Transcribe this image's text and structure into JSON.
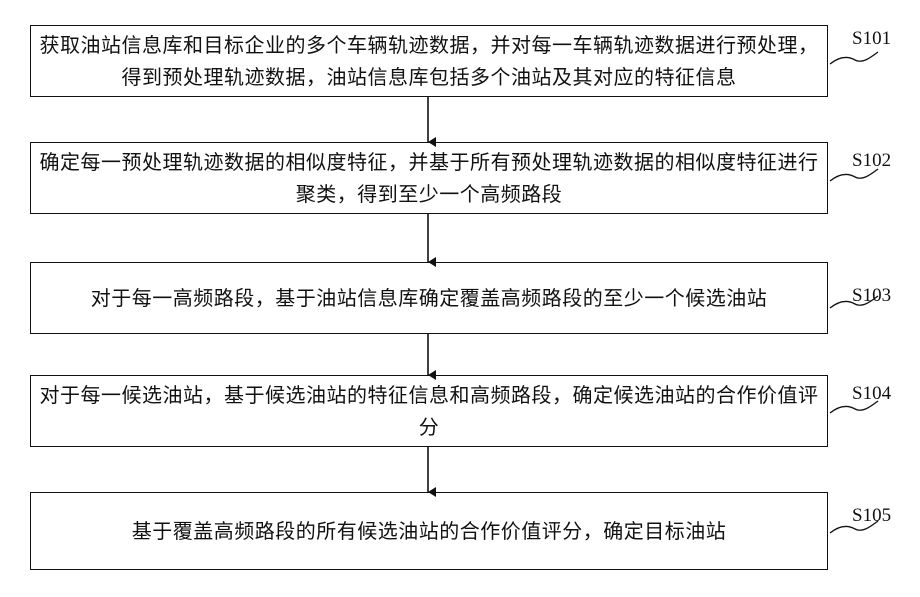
{
  "steps": [
    {
      "label": "S101",
      "text": "获取油站信息库和目标企业的多个车辆轨迹数据，并对每一车辆轨迹数据进行预处理，得到预处理轨迹数据，油站信息库包括多个油站及其对应的特征信息"
    },
    {
      "label": "S102",
      "text": "确定每一预处理轨迹数据的相似度特征，并基于所有预处理轨迹数据的相似度特征进行聚类，得到至少一个高频路段"
    },
    {
      "label": "S103",
      "text": "对于每一高频路段，基于油站信息库确定覆盖高频路段的至少一个候选油站"
    },
    {
      "label": "S104",
      "text": "对于每一候选油站，基于候选油站的特征信息和高频路段，确定候选油站的合作价值评分"
    },
    {
      "label": "S105",
      "text": "基于覆盖高频路段的所有候选油站的合作价值评分，确定目标油站"
    }
  ]
}
